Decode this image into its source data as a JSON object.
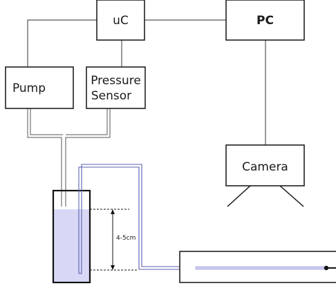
{
  "diagram": {
    "nodes": {
      "uc": "uC",
      "pc": "PC",
      "pump": "Pump",
      "pressure_sensor": [
        "Pressure",
        "Sensor"
      ],
      "camera": "Camera"
    },
    "dimension": {
      "label": "4-5cm"
    }
  },
  "colors": {
    "line": "#555555",
    "box_border": "#111111",
    "tube_blue": "#5a5fb0",
    "liquid": "#d8d8f6",
    "track_inner": "#c9c9f0"
  }
}
